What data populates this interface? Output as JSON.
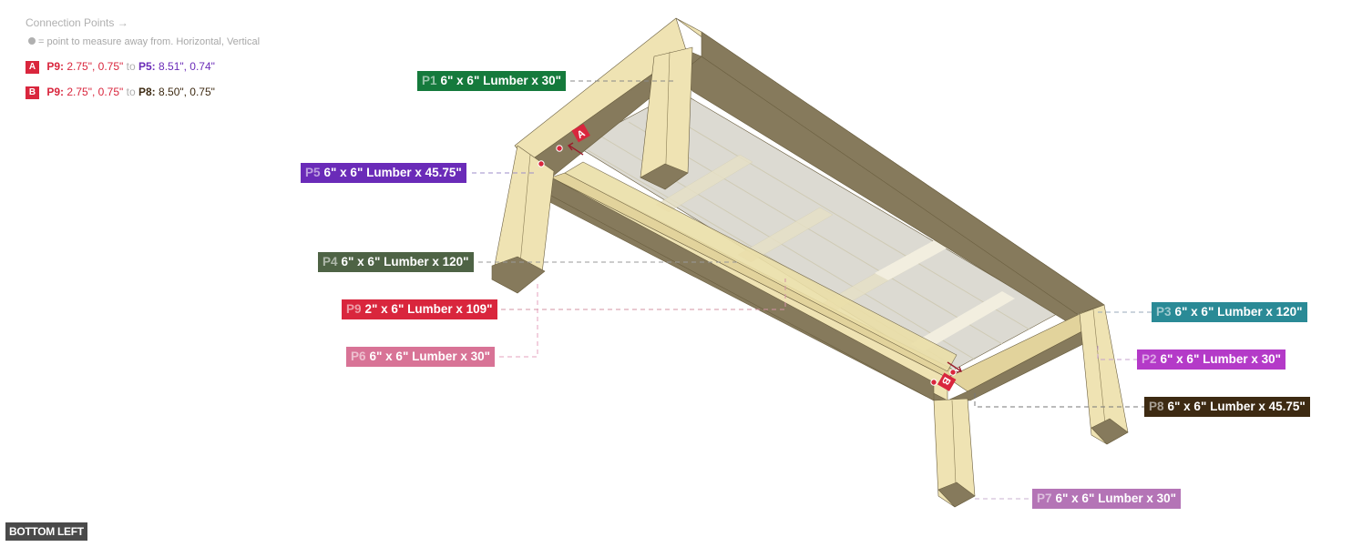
{
  "legend": {
    "title": "Connection Points →",
    "subtitle": "= point to measure away from. Horizontal, Vertical",
    "rows": [
      {
        "badge": "A",
        "from_part": "P9:",
        "from_value": "2.75\", 0.75\"",
        "to_word": "to",
        "to_part": "P5:",
        "to_value": "8.51\", 0.74\"",
        "from_color": "#d9263d",
        "to_color": "#6a2bb8"
      },
      {
        "badge": "B",
        "from_part": "P9:",
        "from_value": "2.75\", 0.75\"",
        "to_word": "to",
        "to_part": "P8:",
        "to_value": "8.50\", 0.75\"",
        "from_color": "#d9263d",
        "to_color": "#3d2a12"
      }
    ]
  },
  "parts": [
    {
      "id": "P1",
      "desc": "6\" x 6\" Lumber x 30\"",
      "color": "#157a3c"
    },
    {
      "id": "P5",
      "desc": "6\" x 6\" Lumber x 45.75\"",
      "color": "#6a2bb8"
    },
    {
      "id": "P4",
      "desc": "6\" x 6\" Lumber x 120\"",
      "color": "#4e6345"
    },
    {
      "id": "P9",
      "desc": "2\" x 6\" Lumber x 109\"",
      "color": "#d9263d"
    },
    {
      "id": "P6",
      "desc": "6\" x 6\" Lumber x 30\"",
      "color": "#d87396"
    },
    {
      "id": "P3",
      "desc": "6\" x 6\" Lumber x 120\"",
      "color": "#2a8a96"
    },
    {
      "id": "P2",
      "desc": "6\" x 6\" Lumber x 30\"",
      "color": "#b43ac8"
    },
    {
      "id": "P8",
      "desc": "6\" x 6\" Lumber x 45.75\"",
      "color": "#3d2a12"
    },
    {
      "id": "P7",
      "desc": "6\" x 6\" Lumber x 30\"",
      "color": "#b474b6"
    }
  ],
  "markers": {
    "a": "A",
    "b": "B"
  },
  "view_label": "BOTTOM LEFT",
  "colors": {
    "wood_light": "#efe3b3",
    "wood_mid": "#e2d39c",
    "wood_dark": "#867a5c",
    "panel": "#dcdad2",
    "accent": "#d9263d"
  }
}
